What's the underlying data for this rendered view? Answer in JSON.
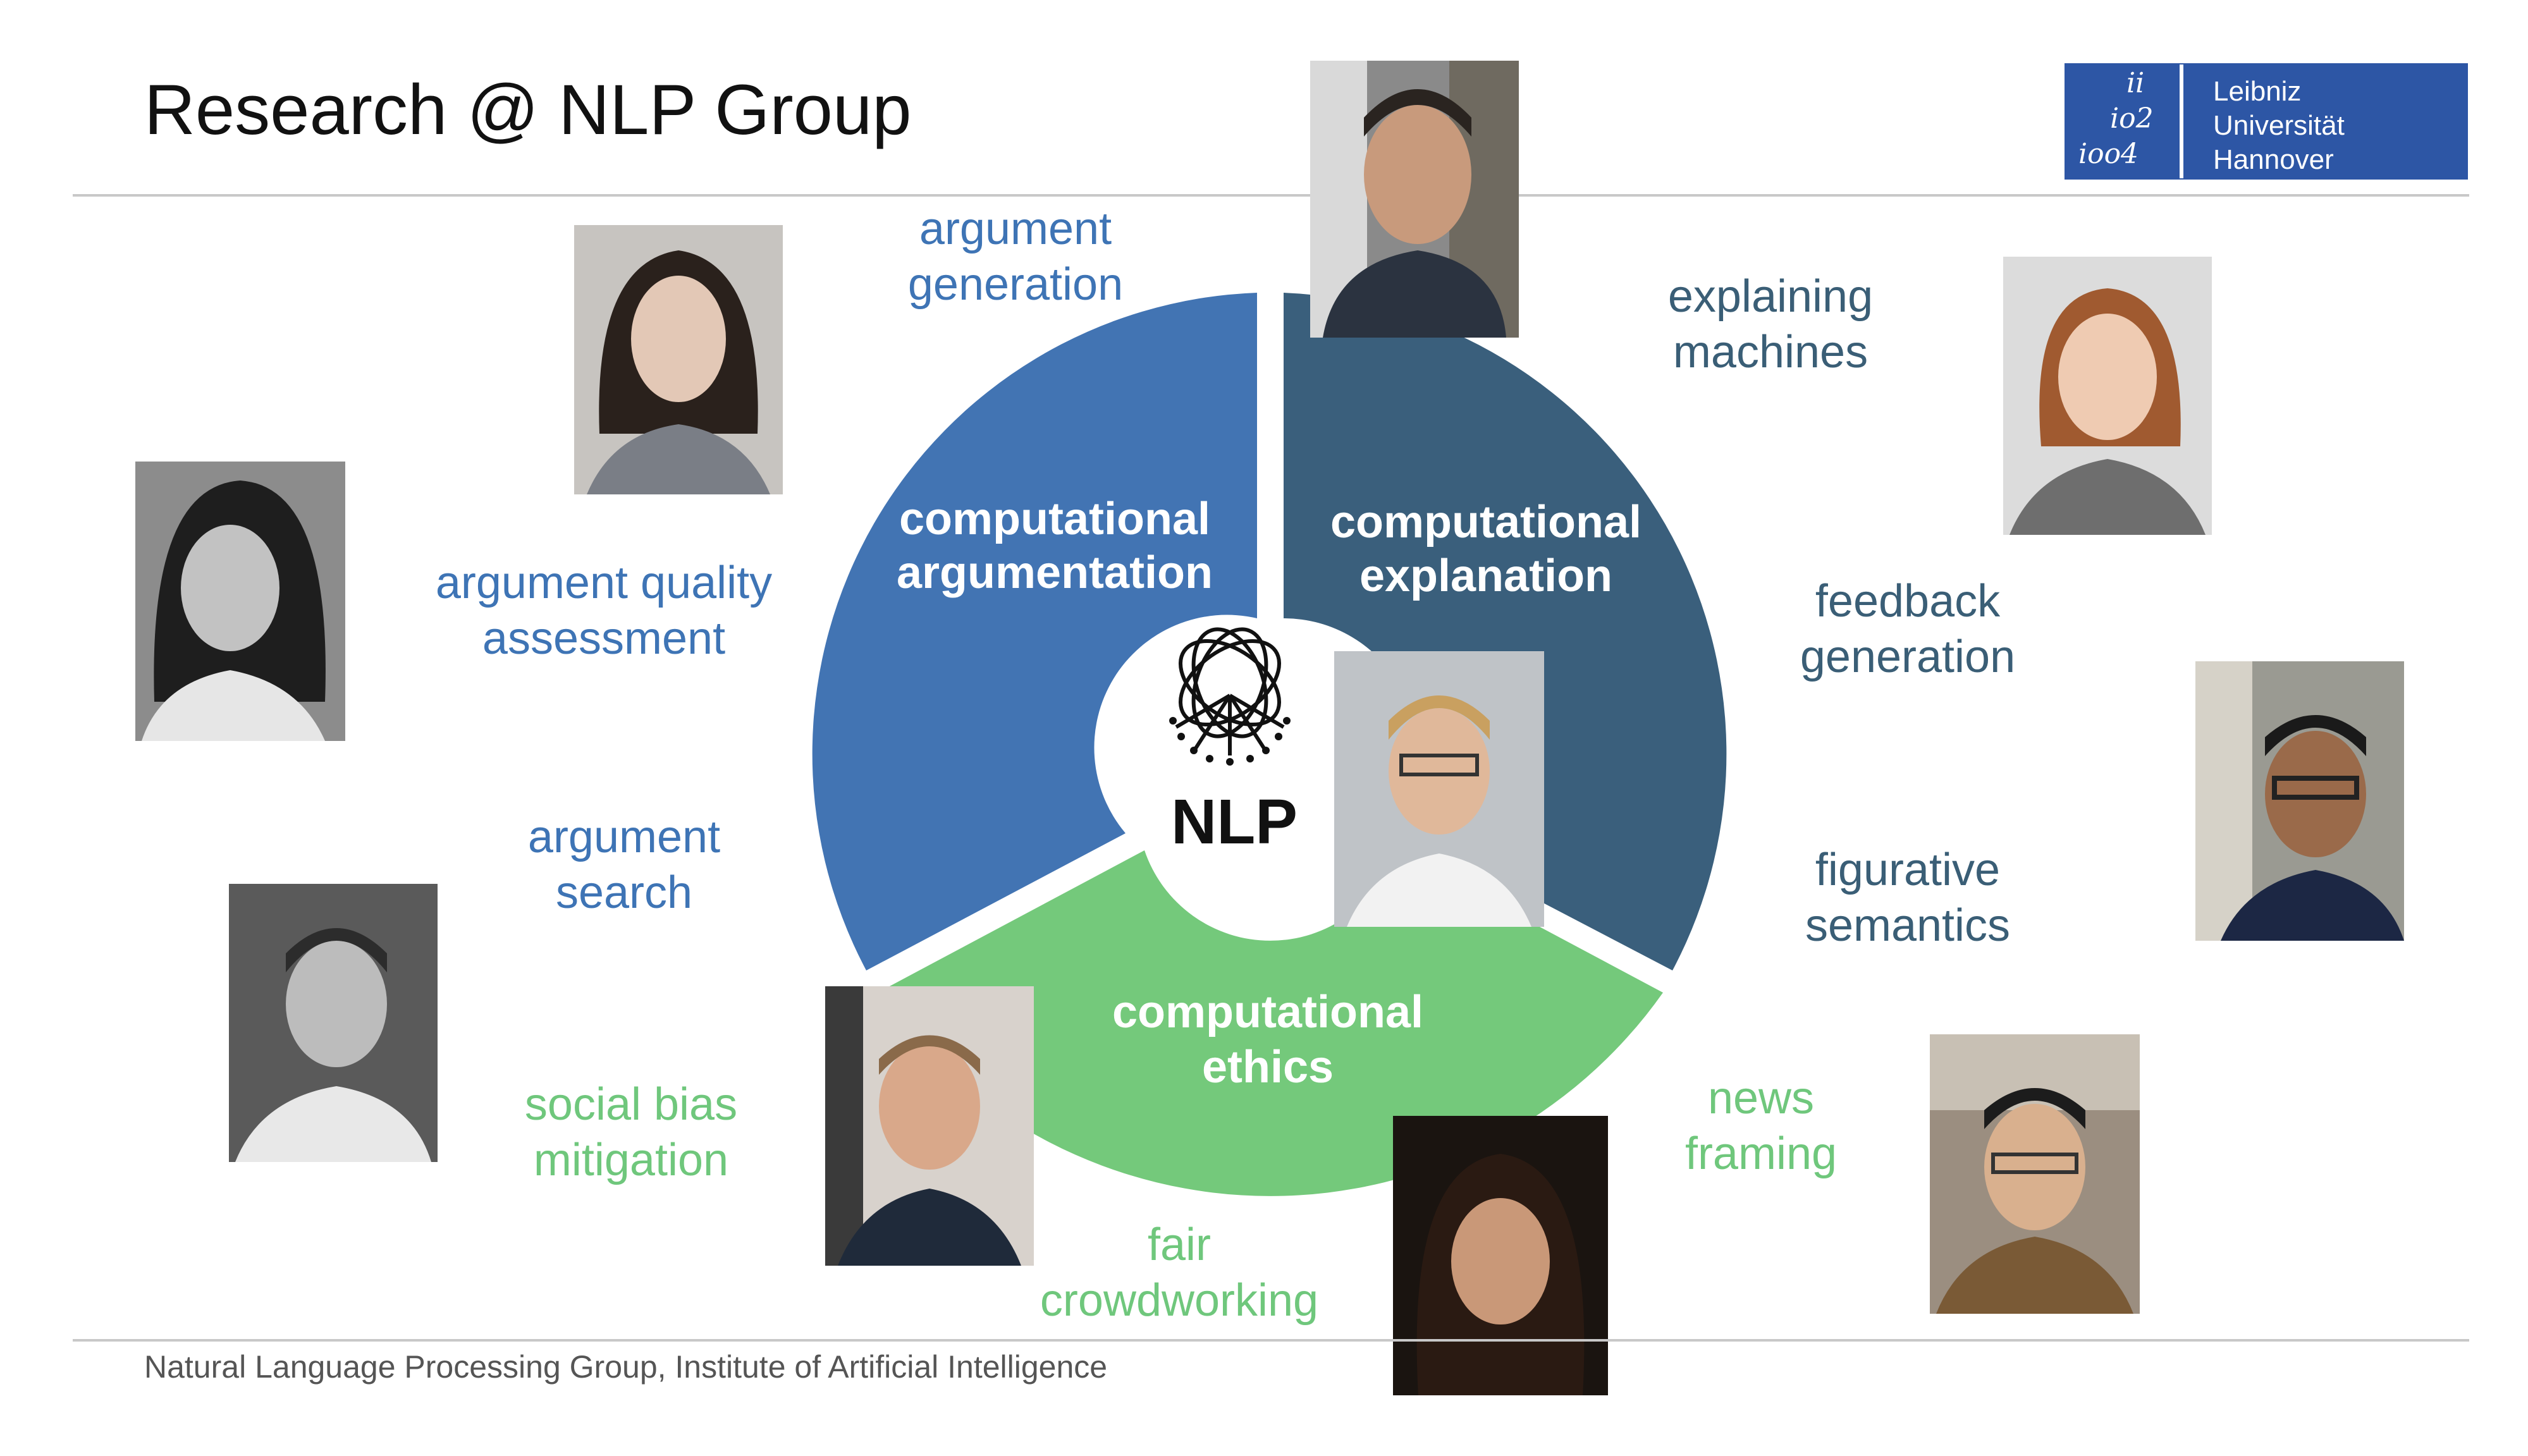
{
  "slide": {
    "title": "Research @ NLP Group",
    "footer": "Natural Language Processing Group, Institute of Artificial Intelligence"
  },
  "logo": {
    "mark_lines": [
      "ii",
      "io2",
      "ioo4"
    ],
    "lines": [
      "Leibniz",
      "Universität",
      "Hannover"
    ]
  },
  "center": {
    "label": "NLP"
  },
  "segments": [
    {
      "line1": "computational",
      "line2": "argumentation",
      "color": "#4274b3"
    },
    {
      "line1": "computational",
      "line2": "explanation",
      "color": "#3a5f7c"
    },
    {
      "line1": "computational",
      "line2": "ethics",
      "color": "#74c97b"
    }
  ],
  "topics": [
    {
      "line1": "argument",
      "line2": "generation"
    },
    {
      "line1": "argument quality",
      "line2": "assessment"
    },
    {
      "line1": "argument",
      "line2": "search"
    },
    {
      "line1": "explaining",
      "line2": "machines"
    },
    {
      "line1": "feedback",
      "line2": "generation"
    },
    {
      "line1": "figurative",
      "line2": "semantics"
    },
    {
      "line1": "social bias",
      "line2": "mitigation"
    },
    {
      "line1": "fair",
      "line2": "crowdworking"
    },
    {
      "line1": "news",
      "line2": "framing"
    }
  ],
  "colors": {
    "argumentation": "#3e74b5",
    "explanation": "#3a5e76",
    "ethics": "#6fc77c",
    "logo": "#2d56a5"
  }
}
